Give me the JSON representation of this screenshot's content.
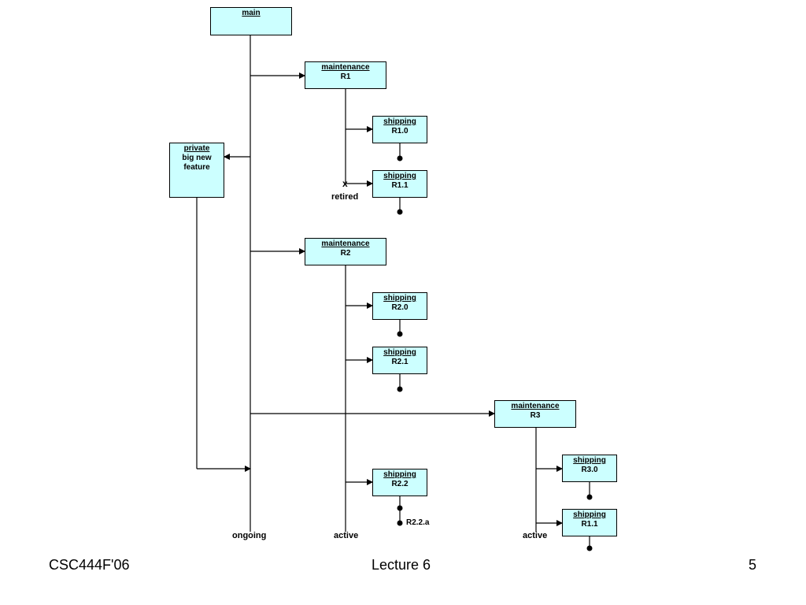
{
  "boxes": {
    "main": {
      "title": "main"
    },
    "maint_r1": {
      "title": "maintenance",
      "sub": "R1"
    },
    "ship_r10": {
      "title": "shipping",
      "sub": "R1.0"
    },
    "ship_r11": {
      "title": "shipping",
      "sub": "R1.1"
    },
    "private": {
      "title": "private",
      "sub": "big new\nfeature"
    },
    "maint_r2": {
      "title": "maintenance",
      "sub": "R2"
    },
    "ship_r20": {
      "title": "shipping",
      "sub": "R2.0"
    },
    "ship_r21": {
      "title": "shipping",
      "sub": "R2.1"
    },
    "maint_r3": {
      "title": "maintenance",
      "sub": "R3"
    },
    "ship_r22": {
      "title": "shipping",
      "sub": "R2.2"
    },
    "ship_r30": {
      "title": "shipping",
      "sub": "R3.0"
    },
    "ship_r3_11": {
      "title": "shipping",
      "sub": "R1.1"
    }
  },
  "labels": {
    "retired_mark": "x",
    "retired": "retired",
    "r22a": "R2.2.a",
    "ongoing": "ongoing",
    "active_r2": "active",
    "active_r3": "active"
  },
  "footer": {
    "course": "CSC444F'06",
    "lecture": "Lecture 6",
    "page": "5"
  },
  "colors": {
    "box_fill": "#ccffff",
    "line": "#000000"
  }
}
